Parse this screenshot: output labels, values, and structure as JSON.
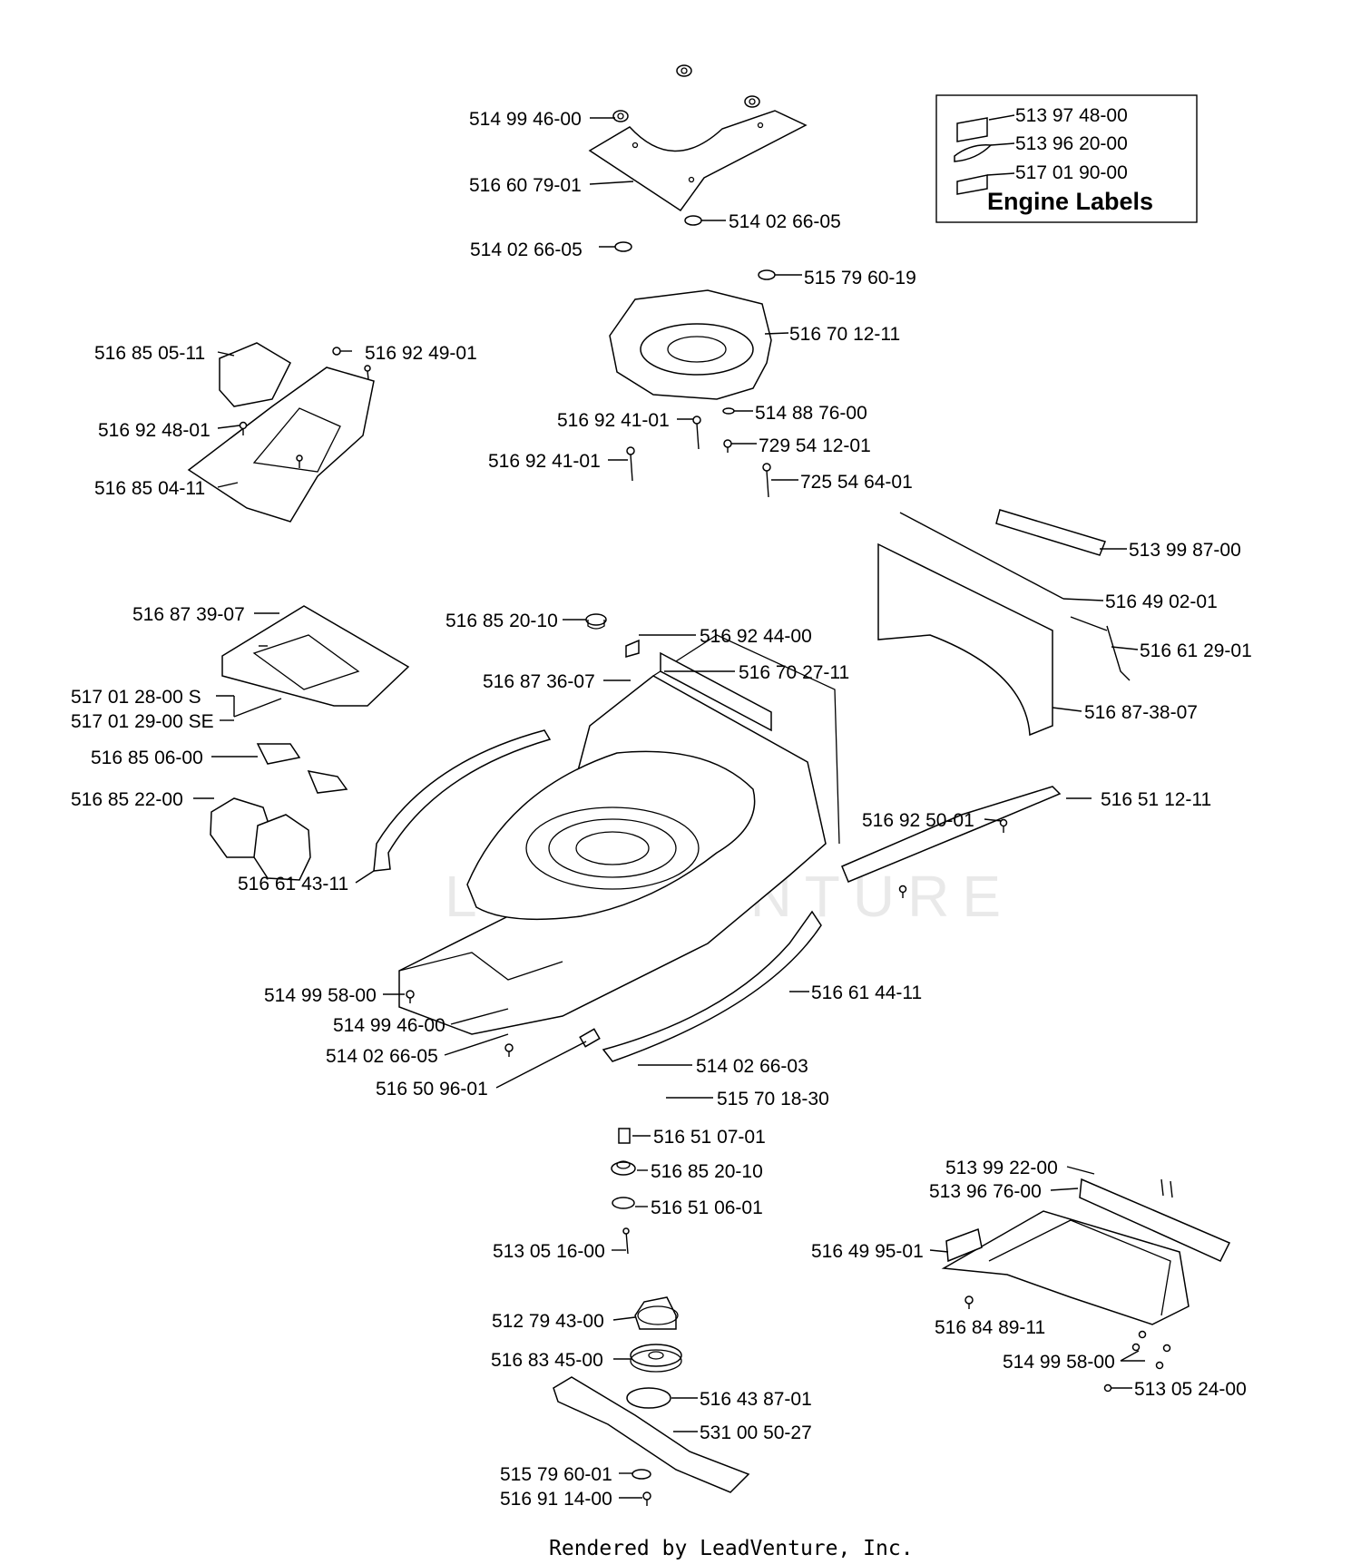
{
  "legend": {
    "title": "Engine Labels",
    "items": [
      "513 97 48-00",
      "513 96 20-00",
      "517 01 90-00"
    ]
  },
  "watermark": "LEADVENTURE",
  "footer": "Rendered by LeadVenture, Inc.",
  "parts": [
    "514 99 46-00",
    "516 60 79-01",
    "514 02 66-05",
    "514 02 66-05",
    "515 79 60-19",
    "516 70 12-11",
    "516 85 05-11",
    "516 92 49-01",
    "516 92 48-01",
    "516 85 04-11",
    "516 92 41-01",
    "514 88 76-00",
    "516 92 41-01",
    "729 54 12-01",
    "725 54 64-01",
    "513 99 87-00",
    "516 49 02-01",
    "516 61 29-01",
    "516 87-38-07",
    "516 87 39-07",
    "516 85 20-10",
    "516 92 44-00",
    "516 70 27-11",
    "516 87 36-07",
    "517 01 28-00 S",
    "517 01 29-00 SE",
    "516 85 06-00",
    "516 85 22-00",
    "516 51 12-11",
    "516 92 50-01",
    "516 61 43-11",
    "516 61 44-11",
    "514 99 58-00",
    "514 99 46-00",
    "514 02 66-05",
    "514 02 66-03",
    "516 50 96-01",
    "515 70 18-30",
    "516 51 07-01",
    "516 85 20-10",
    "516 51 06-01",
    "513 05 16-00",
    "513 99 22-00",
    "513 96 76-00",
    "516 49 95-01",
    "516 84 89-11",
    "514 99 58-00",
    "513 05 24-00",
    "512 79 43-00",
    "516 83 45-00",
    "516 43 87-01",
    "531 00 50-27",
    "515 79 60-01",
    "516 91 14-00"
  ]
}
